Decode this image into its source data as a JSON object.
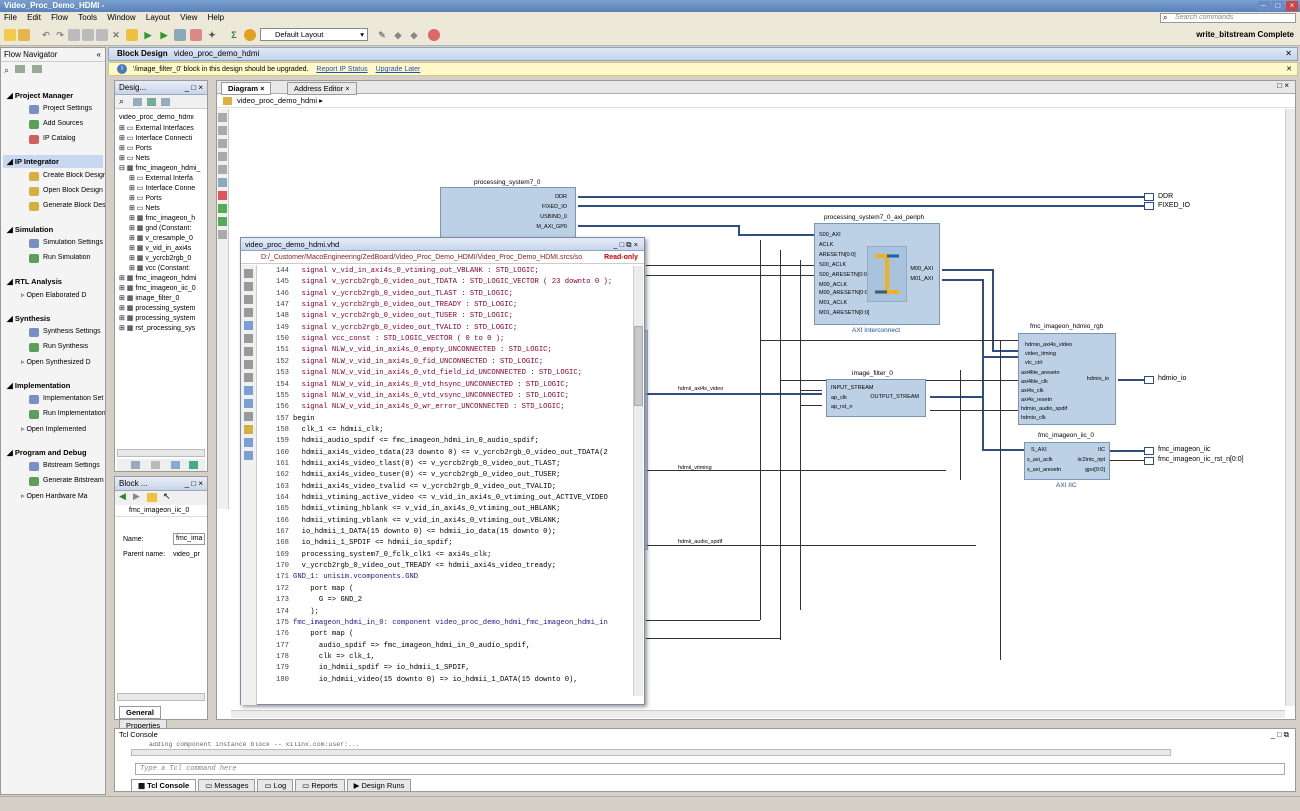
{
  "window": {
    "title": "Video_Proc_Demo_HDMI -"
  },
  "menu": [
    "File",
    "Edit",
    "Flow",
    "Tools",
    "Window",
    "Layout",
    "View",
    "Help"
  ],
  "toolbar": {
    "layout_select": "Default Layout",
    "search_placeholder": "Search commands",
    "status": "write_bitstream Complete"
  },
  "flow_navigator": {
    "title": "Flow Navigator",
    "sections": [
      {
        "label": "Project Manager",
        "items": [
          "Project Settings",
          "Add Sources",
          "IP Catalog"
        ]
      },
      {
        "label": "IP Integrator",
        "items": [
          "Create Block Design",
          "Open Block Design",
          "Generate Block Des"
        ]
      },
      {
        "label": "Simulation",
        "items": [
          "Simulation Settings",
          "Run Simulation"
        ]
      },
      {
        "label": "RTL Analysis",
        "items": [
          "Open Elaborated D"
        ]
      },
      {
        "label": "Synthesis",
        "items": [
          "Synthesis Settings",
          "Run Synthesis",
          "Open Synthesized D"
        ]
      },
      {
        "label": "Implementation",
        "items": [
          "Implementation Set",
          "Run Implementation",
          "Open Implemented"
        ]
      },
      {
        "label": "Program and Debug",
        "items": [
          "Bitstream Settings",
          "Generate Bitstream",
          "Open Hardware Ma"
        ]
      }
    ]
  },
  "block_design": {
    "title": "Block Design",
    "name": "video_proc_demo_hdmi",
    "upgrade_msg": "'/image_filter_0' block in this design should be upgraded.",
    "report_link": "Report IP Status",
    "upgrade_link": "Upgrade Later"
  },
  "design_panel": {
    "tab": "Desig...",
    "tree": [
      "video_proc_demo_hdmi",
      "External Interfaces",
      "Interface Connecti",
      "Ports",
      "Nets",
      "fmc_imageon_hdmi_",
      "External Interfa",
      "Interface Conne",
      "Ports",
      "Nets",
      "fmc_imageon_h",
      "gnd (Constant:",
      "v_cresample_0",
      "v_vid_in_axi4s",
      "v_ycrcb2rgb_0",
      "vcc (Constant:",
      "fmc_imageon_hdmi",
      "fmc_imageon_iic_0",
      "image_filter_0",
      "processing_system",
      "processing_system",
      "rst_processing_sys"
    ]
  },
  "block_props": {
    "tab": "Block ...",
    "selected": "fmc_imageon_iic_0",
    "name_label": "Name:",
    "name_value": "fmc_ima",
    "parent_label": "Parent name:",
    "parent_value": "video_pr",
    "tabs": [
      "General",
      "Properties"
    ]
  },
  "diagram": {
    "tabs": [
      "Diagram",
      "Address Editor"
    ],
    "breadcrumb": "video_proc_demo_hdmi",
    "blocks": {
      "ps7": {
        "title": "processing_system7_0",
        "ports": [
          "DDR",
          "FIXED_IO",
          "USBIND_0",
          "M_AXI_GP0"
        ]
      },
      "axi": {
        "title": "processing_system7_0_axi_periph",
        "sub": "AXI Interconnect",
        "ports_in": [
          "S00_AXI",
          "ACLK",
          "ARESETN[0:0]",
          "S00_ACLK",
          "S00_ARESETN[0:0]",
          "M00_ACLK",
          "M00_ARESETN[0:0]",
          "M01_ACLK",
          "M01_ARESETN[0:0]"
        ],
        "ports_out": [
          "M00_AXI",
          "M01_AXI"
        ]
      },
      "filter": {
        "title": "image_filter_0",
        "ports_in": [
          "INPUT_STREAM",
          "ap_clk",
          "ap_rst_n"
        ],
        "ports_out": [
          "OUTPUT_STREAM"
        ]
      },
      "hdmi_rgb": {
        "title": "fmc_imageon_hdmio_rgb",
        "ports_in": [
          "hdmio_axi4s_video",
          "video_timing",
          "vtc_ctrl",
          "axi4lite_aresetn",
          "axi4lite_clk",
          "axi4s_clk",
          "axi4s_resetn",
          "hdmio_audio_spdif",
          "hdmio_clk"
        ],
        "ports_out": [
          "hdmio_io"
        ]
      },
      "iic": {
        "title": "fmc_imageon_iic_0",
        "sub": "AXI IIC",
        "ports_in": [
          "S_AXI",
          "s_axi_aclk",
          "s_axi_aresetn"
        ],
        "ports_out": [
          "IIC",
          "iic2intc_irpt",
          "gpo[0:0]"
        ]
      }
    },
    "ext_ports": [
      "DDR",
      "FIXED_IO",
      "hdmio_io",
      "fmc_imageon_iic",
      "fmc_imageon_iic_rst_n[0:0]"
    ],
    "nets": [
      "hdmii_axi4s_video",
      "hdmii_vtiming",
      "hdmii_audio_spdif"
    ]
  },
  "code_window": {
    "title": "video_proc_demo_hdmi.vhd",
    "path": "D:/_Customer/MacoEngineering/ZedBoard/Video_Proc_Demo_HDMI/Video_Proc_Demo_HDMI.srcs/so",
    "readonly": "Read-only",
    "lines": [
      {
        "n": "144",
        "t": "  signal v_vid_in_axi4s_0_vtiming_out_VBLANK : STD_LOGIC;"
      },
      {
        "n": "145",
        "t": "  signal v_ycrcb2rgb_0_video_out_TDATA : STD_LOGIC_VECTOR ( 23 downto 0 );"
      },
      {
        "n": "146",
        "t": "  signal v_ycrcb2rgb_0_video_out_TLAST : STD_LOGIC;"
      },
      {
        "n": "147",
        "t": "  signal v_ycrcb2rgb_0_video_out_TREADY : STD_LOGIC;"
      },
      {
        "n": "148",
        "t": "  signal v_ycrcb2rgb_0_video_out_TUSER : STD_LOGIC;"
      },
      {
        "n": "149",
        "t": "  signal v_ycrcb2rgb_0_video_out_TVALID : STD_LOGIC;"
      },
      {
        "n": "150",
        "t": "  signal vcc_const : STD_LOGIC_VECTOR ( 0 to 0 );"
      },
      {
        "n": "151",
        "t": "  signal NLW_v_vid_in_axi4s_0_empty_UNCONNECTED : STD_LOGIC;"
      },
      {
        "n": "152",
        "t": "  signal NLW_v_vid_in_axi4s_0_fid_UNCONNECTED : STD_LOGIC;"
      },
      {
        "n": "153",
        "t": "  signal NLW_v_vid_in_axi4s_0_vtd_field_id_UNCONNECTED : STD_LOGIC;"
      },
      {
        "n": "154",
        "t": "  signal NLW_v_vid_in_axi4s_0_vtd_hsync_UNCONNECTED : STD_LOGIC;"
      },
      {
        "n": "155",
        "t": "  signal NLW_v_vid_in_axi4s_0_vtd_vsync_UNCONNECTED : STD_LOGIC;"
      },
      {
        "n": "156",
        "t": "  signal NLW_v_vid_in_axi4s_0_wr_error_UNCONNECTED : STD_LOGIC;"
      },
      {
        "n": "157",
        "t": "begin"
      },
      {
        "n": "158",
        "t": "  clk_1 <= hdmii_clk;"
      },
      {
        "n": "159",
        "t": "  hdmii_audio_spdif <= fmc_imageon_hdmi_in_0_audio_spdif;"
      },
      {
        "n": "160",
        "t": "  hdmii_axi4s_video_tdata(23 downto 0) <= v_ycrcb2rgb_0_video_out_TDATA(2"
      },
      {
        "n": "161",
        "t": "  hdmii_axi4s_video_tlast(0) <= v_ycrcb2rgb_0_video_out_TLAST;"
      },
      {
        "n": "162",
        "t": "  hdmii_axi4s_video_tuser(0) <= v_ycrcb2rgb_0_video_out_TUSER;"
      },
      {
        "n": "163",
        "t": "  hdmii_axi4s_video_tvalid <= v_ycrcb2rgb_0_video_out_TVALID;"
      },
      {
        "n": "164",
        "t": "  hdmii_vtiming_active_video <= v_vid_in_axi4s_0_vtiming_out_ACTIVE_VIDEO"
      },
      {
        "n": "165",
        "t": "  hdmii_vtiming_hblank <= v_vid_in_axi4s_0_vtiming_out_HBLANK;"
      },
      {
        "n": "166",
        "t": "  hdmii_vtiming_vblank <= v_vid_in_axi4s_0_vtiming_out_VBLANK;"
      },
      {
        "n": "167",
        "t": "  io_hdmii_1_DATA(15 downto 0) <= hdmii_io_data(15 downto 0);"
      },
      {
        "n": "168",
        "t": "  io_hdmii_1_SPDIF <= hdmii_io_spdif;"
      },
      {
        "n": "169",
        "t": "  processing_system7_0_fclk_clk1 <= axi4s_clk;"
      },
      {
        "n": "170",
        "t": "  v_ycrcb2rgb_0_video_out_TREADY <= hdmii_axi4s_video_tready;"
      },
      {
        "n": "171",
        "t": "GND_1: unisim.vcomponents.GND"
      },
      {
        "n": "172",
        "t": "    port map ("
      },
      {
        "n": "173",
        "t": "      G => GND_2"
      },
      {
        "n": "174",
        "t": "    );"
      },
      {
        "n": "175",
        "t": "fmc_imageon_hdmi_in_0: component video_proc_demo_hdmi_fmc_imageon_hdmi_in"
      },
      {
        "n": "176",
        "t": "    port map ("
      },
      {
        "n": "177",
        "t": "      audio_spdif => fmc_imageon_hdmi_in_0_audio_spdif,"
      },
      {
        "n": "178",
        "t": "      clk => clk_1,"
      },
      {
        "n": "179",
        "t": "      io_hdmii_spdif => io_hdmii_1_SPDIF,"
      },
      {
        "n": "180",
        "t": "      io_hdmii_video(15 downto 0) => io_hdmii_1_DATA(15 downto 0),"
      }
    ]
  },
  "tcl_console": {
    "title": "Tcl Console",
    "partial_line": "adding component instance block -- xilinx.com:user:...",
    "placeholder": "Type a Tcl command here",
    "tabs": [
      "Tcl Console",
      "Messages",
      "Log",
      "Reports",
      "Design Runs"
    ]
  }
}
